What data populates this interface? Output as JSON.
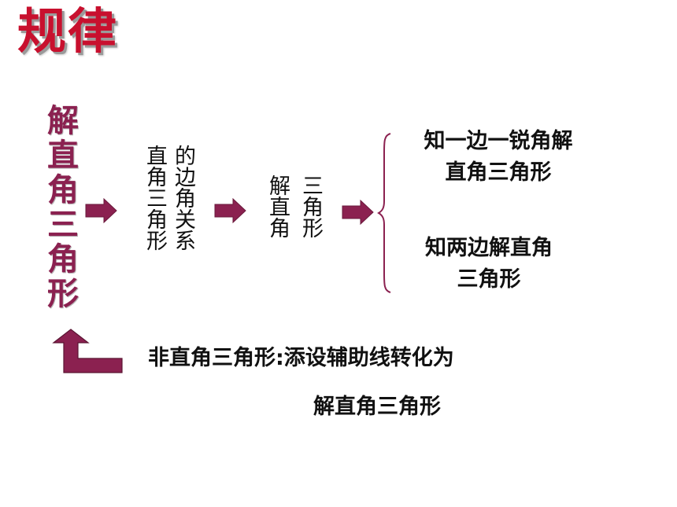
{
  "title": "规律",
  "vertical_title": [
    "解",
    "直",
    "角",
    "三",
    "角",
    "形"
  ],
  "step1": {
    "col_left": [
      "直",
      "角",
      "三",
      "角",
      "形"
    ],
    "col_right": [
      "的",
      "边",
      "角",
      "关",
      "系"
    ]
  },
  "step2": {
    "col_left": [
      "解",
      "直",
      "角"
    ],
    "col_right": [
      "三",
      "角",
      "形"
    ]
  },
  "case1": {
    "line1": "知一边一锐角解",
    "line2": "直角三角形"
  },
  "case2": {
    "line1": "知两边解直角",
    "line2": "三角形"
  },
  "note": {
    "line1": "非直角三角形:添设辅助线转化为",
    "line2": "解直角三角形"
  },
  "colors": {
    "title": "#c8102e",
    "accent": "#8b2150"
  },
  "icons": [
    "right-arrow-icon",
    "brace-icon",
    "up-turn-arrow-icon"
  ]
}
